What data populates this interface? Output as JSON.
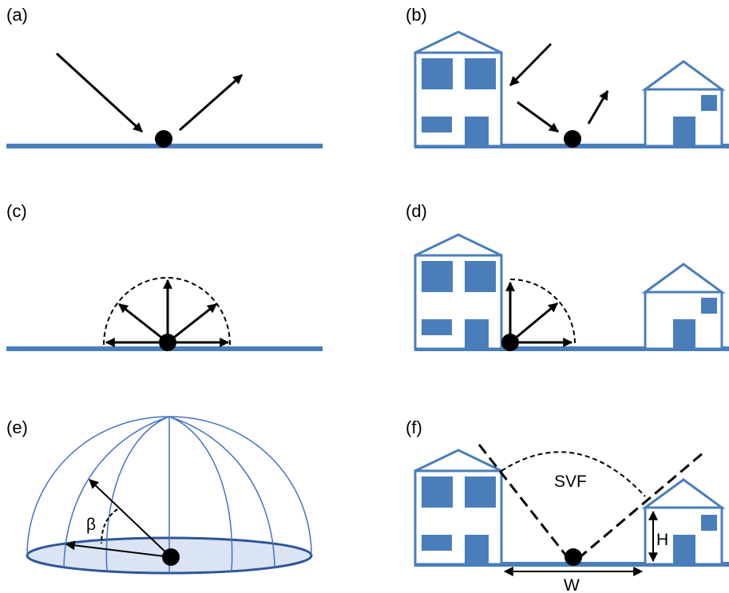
{
  "panels": {
    "a": {
      "label": "(a)"
    },
    "b": {
      "label": "(b)"
    },
    "c": {
      "label": "(c)"
    },
    "d": {
      "label": "(d)"
    },
    "e": {
      "label": "(e)",
      "angle_label": "β"
    },
    "f": {
      "label": "(f)",
      "svf_label": "SVF",
      "height_label": "H",
      "width_label": "W"
    }
  },
  "colors": {
    "building": "#4a7ebb",
    "ground": "#4a7ebb",
    "dome_line": "#4472c4",
    "dome_base_fill": "#dbe4f3",
    "arrow": "#000000",
    "dot": "#000000"
  }
}
